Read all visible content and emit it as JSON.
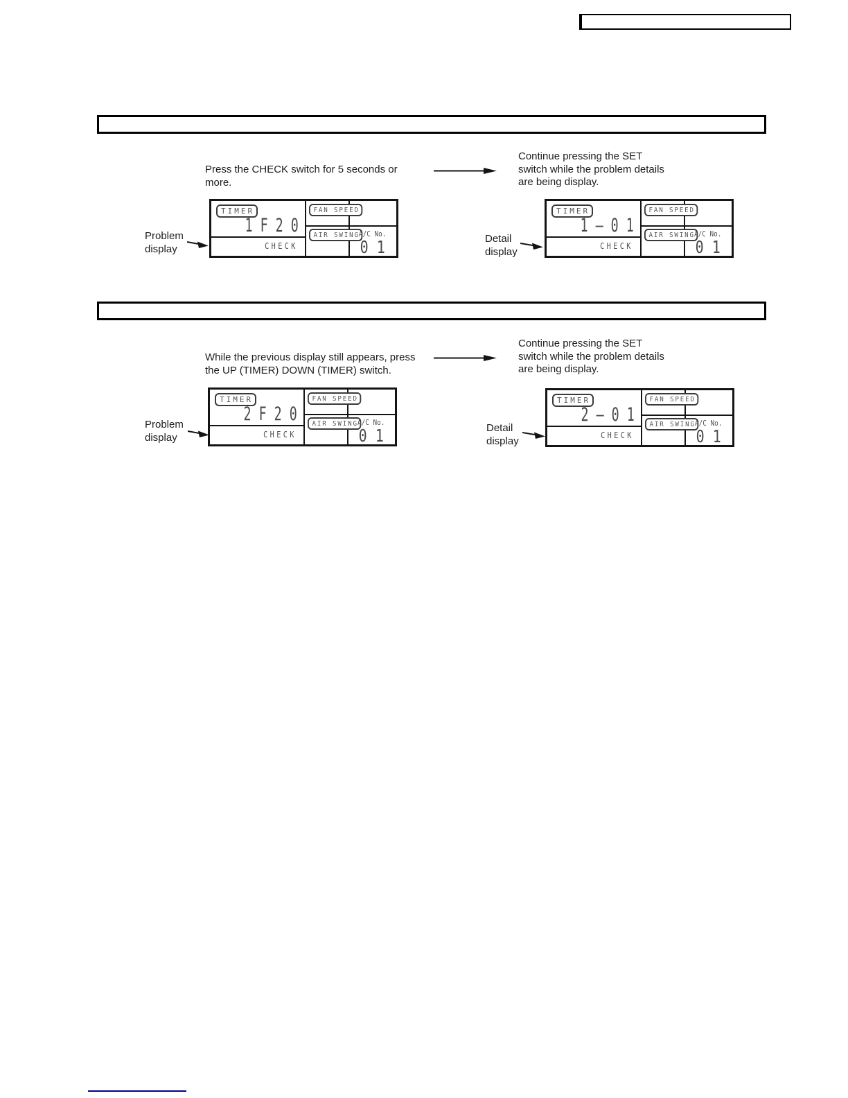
{
  "page": {
    "header_box_label": "",
    "section1_header_label": "",
    "section2_header_label": ""
  },
  "lcd": {
    "timer_label": "TIMER",
    "fan_speed_label": "FAN SPEED",
    "air_swing_label": "AIR SWING",
    "check_label": "CHECK",
    "ac_no_label": "A/C No.",
    "ac_no_value": "0 1"
  },
  "sections": [
    {
      "instruction_left": "Press the CHECK switch for 5 seconds or\nmore.",
      "instruction_right": "Continue pressing the SET\nswitch while the problem details\nare being display.",
      "problem_label": "Problem\ndisplay",
      "detail_label": "Detail\ndisplay",
      "problem_display_value": "1 F 2 0",
      "detail_display_value": "1 – 0 1"
    },
    {
      "instruction_left": "While the previous display still appears, press\nthe UP (TIMER) DOWN (TIMER) switch.",
      "instruction_right": "Continue pressing the SET\nswitch while the problem details\nare being display.",
      "problem_label": "Problem\ndisplay",
      "detail_label": "Detail\ndisplay",
      "problem_display_value": "2 F 2 0",
      "detail_display_value": "2 – 0 1"
    }
  ]
}
